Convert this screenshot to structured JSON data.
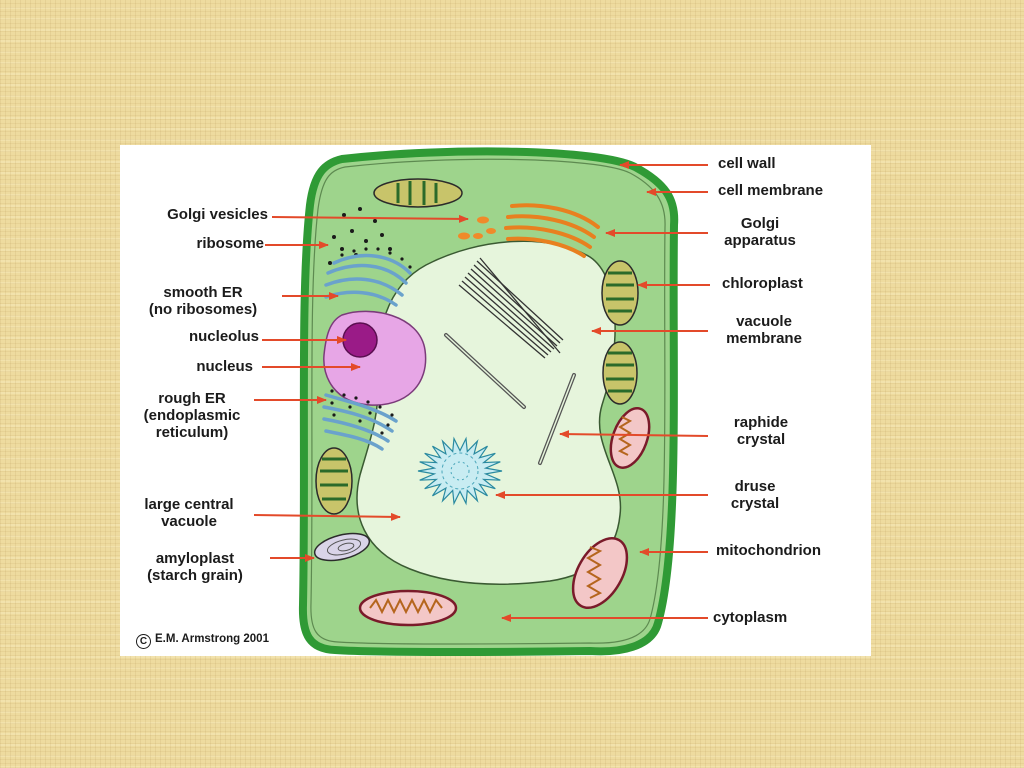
{
  "diagram": {
    "labels": {
      "golgi_vesicles": "Golgi vesicles",
      "ribosome": "ribosome",
      "smooth_er": "smooth ER\n(no ribosomes)",
      "nucleolus": "nucleolus",
      "nucleus": "nucleus",
      "rough_er": "rough ER\n(endoplasmic\nreticulum)",
      "large_central_vacuole": "large central\nvacuole",
      "amyloplast": "amyloplast\n(starch grain)",
      "cell_wall": "cell wall",
      "cell_membrane": "cell membrane",
      "golgi_apparatus": "Golgi\napparatus",
      "chloroplast": "chloroplast",
      "vacuole_membrane": "vacuole\nmembrane",
      "raphide_crystal": "raphide\ncrystal",
      "druse_crystal": "druse\ncrystal",
      "mitochondrion": "mitochondrion",
      "cytoplasm": "cytoplasm"
    },
    "copyright": {
      "symbol": "C",
      "text": "E.M. Armstrong 2001"
    }
  },
  "colors": {
    "background": "#eedb9f",
    "cell_wall": "#2f9a35",
    "cytoplasm": "#9ed48c",
    "vacuole": "#e6f5dc",
    "nucleus": "#e7a6e6",
    "nucleolus": "#9a1b87",
    "arrow": "#e34a2a",
    "er": "#7fb6d9",
    "golgi": "#f08a2a"
  }
}
